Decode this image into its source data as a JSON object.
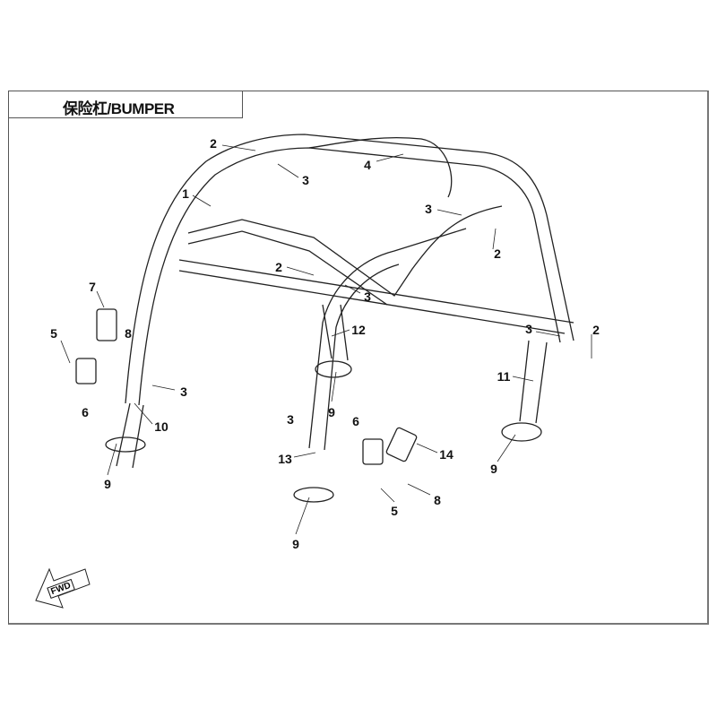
{
  "title": "保险杠/BUMPER",
  "fwd_label": "FWD",
  "callouts": [
    "1",
    "2",
    "3",
    "4",
    "3",
    "2",
    "2",
    "3",
    "12",
    "7",
    "8",
    "5",
    "3",
    "2",
    "11",
    "3",
    "6",
    "10",
    "9",
    "3",
    "6",
    "14",
    "13",
    "9",
    "9",
    "8",
    "5",
    "9"
  ]
}
